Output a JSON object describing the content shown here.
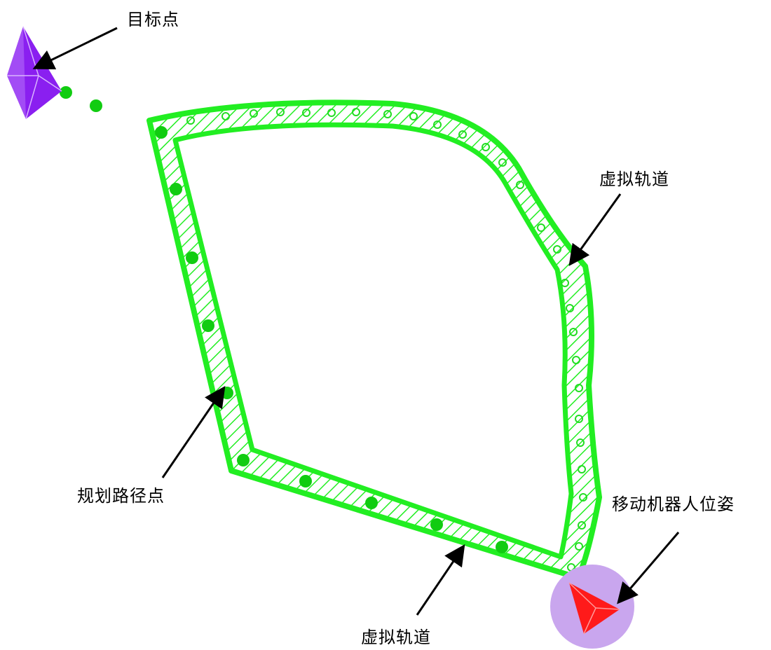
{
  "labels": {
    "target_point": "目标点",
    "virtual_track_right": "虚拟轨道",
    "planned_path_points": "规划路径点",
    "robot_pose": "移动机器人位姿",
    "virtual_track_bottom": "虚拟轨道"
  },
  "colors": {
    "track": "#22ee22",
    "track_dark": "#11cc11",
    "target_marker": "#8a1ff0",
    "robot_marker": "#ff1a1a",
    "robot_halo": "#c9a6ee",
    "arrow": "#000000"
  },
  "icons": {
    "target": "purple-pyramid-icon",
    "robot": "red-pyramid-icon"
  }
}
